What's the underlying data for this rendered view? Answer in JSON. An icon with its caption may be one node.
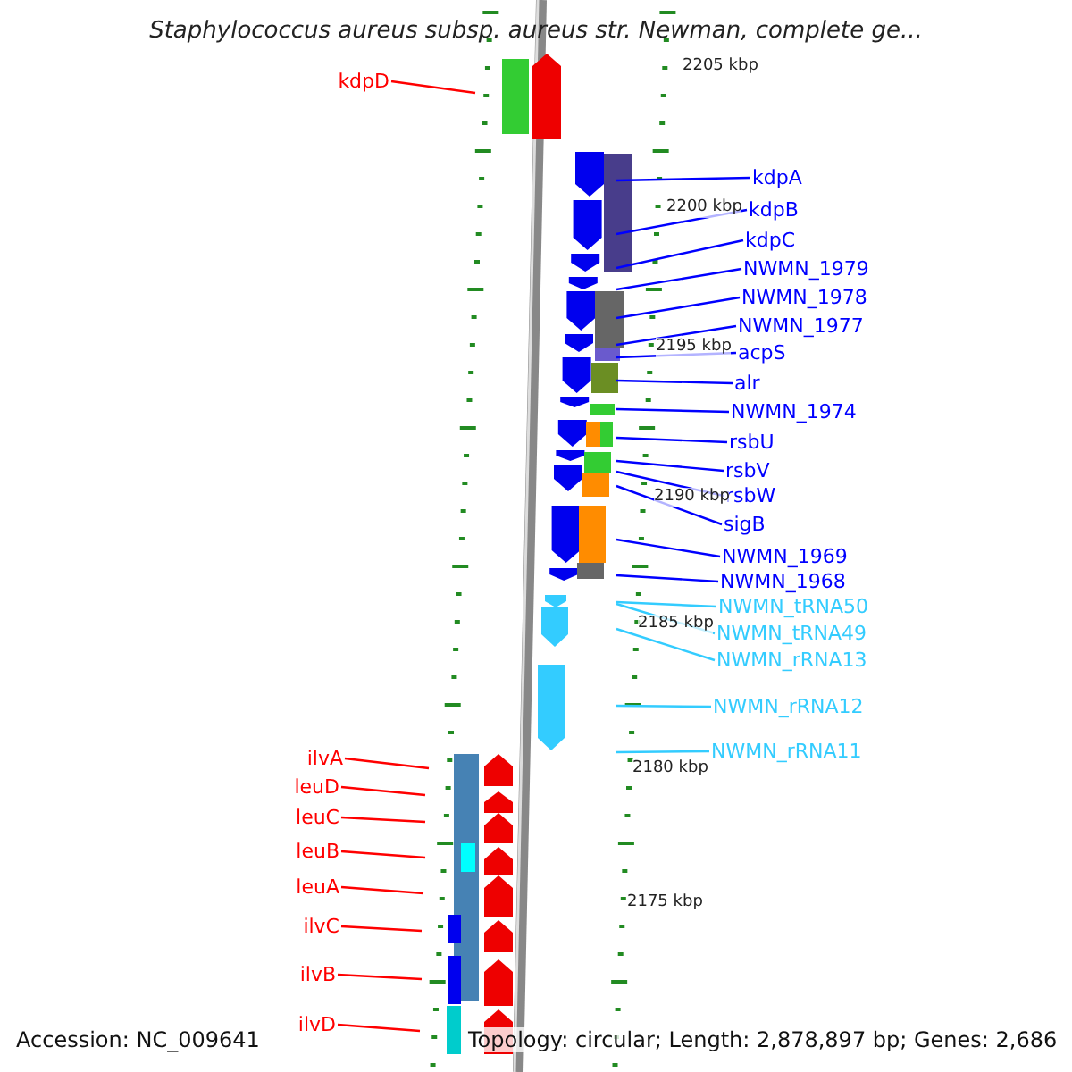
{
  "diagram": {
    "title": "Staphylococcus aureus subsp. aureus str. Newman, complete ge...",
    "nodes": [
      {
        "text": [
          "kdpD"
        ]
      },
      {
        "text": [
          "kdpA"
        ]
      },
      {
        "text": [
          "kdpB"
        ]
      },
      {
        "text": [
          "kdpC"
        ]
      },
      {
        "text": [
          "NWMN_1979"
        ]
      },
      {
        "text": [
          "NWMN_1978"
        ]
      },
      {
        "text": [
          "NWMN_1977"
        ]
      },
      {
        "text": [
          "acpS"
        ]
      },
      {
        "text": [
          "alr"
        ]
      },
      {
        "text": [
          "NWMN_1974"
        ]
      },
      {
        "text": [
          "rsbU"
        ]
      },
      {
        "text": [
          "rsbV"
        ]
      },
      {
        "text": [
          "rsbW"
        ]
      },
      {
        "text": [
          "sigB"
        ]
      },
      {
        "text": [
          "NWMN_1969"
        ]
      },
      {
        "text": [
          "NWMN_1968"
        ]
      },
      {
        "text": [
          "NWMN_tRNA50"
        ]
      },
      {
        "text": [
          "NWMN_tRNA49"
        ]
      },
      {
        "text": [
          "NWMN_rRNA13"
        ]
      },
      {
        "text": [
          "NWMN_rRNA12"
        ]
      },
      {
        "text": [
          "NWMN_rRNA11"
        ]
      },
      {
        "text": [
          "ilvA"
        ]
      },
      {
        "text": [
          "leuD"
        ]
      },
      {
        "text": [
          "leuC"
        ]
      },
      {
        "text": [
          "leuB"
        ]
      },
      {
        "text": [
          "leuA"
        ]
      },
      {
        "text": [
          "ilvC"
        ]
      },
      {
        "text": [
          "ilvB"
        ]
      },
      {
        "text": [
          "ilvD"
        ]
      }
    ],
    "edges": [
      {
        "from": 0,
        "to": null,
        "arrow": "none",
        "color": "#ff0000"
      },
      {
        "from": 1,
        "to": null,
        "arrow": "none"
      },
      {
        "from": 2,
        "to": null,
        "arrow": "none"
      },
      {
        "from": 3,
        "to": null,
        "arrow": "none"
      },
      {
        "from": 4,
        "to": null,
        "arrow": "none"
      },
      {
        "from": 5,
        "to": null,
        "arrow": "none"
      },
      {
        "from": 6,
        "to": null,
        "arrow": "none"
      },
      {
        "from": 7,
        "to": null,
        "arrow": "none"
      },
      {
        "from": 8,
        "to": null,
        "arrow": "none"
      },
      {
        "from": 9,
        "to": null,
        "arrow": "none"
      },
      {
        "from": 10,
        "to": null,
        "arrow": "none"
      },
      {
        "from": 11,
        "to": null,
        "arrow": "none"
      },
      {
        "from": 12,
        "to": null,
        "arrow": "none"
      },
      {
        "from": 13,
        "to": null,
        "arrow": "none"
      },
      {
        "from": 14,
        "to": null,
        "arrow": "none"
      },
      {
        "from": 15,
        "to": null,
        "arrow": "none"
      },
      {
        "from": 16,
        "to": null,
        "arrow": "none",
        "color": "#33ccff"
      },
      {
        "from": 17,
        "to": null,
        "arrow": "none",
        "color": "#33ccff"
      },
      {
        "from": 18,
        "to": null,
        "arrow": "none",
        "color": "#33ccff"
      },
      {
        "from": 19,
        "to": null,
        "arrow": "none",
        "color": "#33ccff"
      },
      {
        "from": 20,
        "to": null,
        "arrow": "none",
        "color": "#33ccff"
      },
      {
        "from": 21,
        "to": null,
        "arrow": "none",
        "color": "#ff0000"
      },
      {
        "from": 22,
        "to": null,
        "arrow": "none",
        "color": "#ff0000"
      },
      {
        "from": 23,
        "to": null,
        "arrow": "none",
        "color": "#ff0000"
      },
      {
        "from": 24,
        "to": null,
        "arrow": "none",
        "color": "#ff0000"
      },
      {
        "from": 25,
        "to": null,
        "arrow": "none",
        "color": "#ff0000"
      },
      {
        "from": 26,
        "to": null,
        "arrow": "none",
        "color": "#ff0000"
      },
      {
        "from": 27,
        "to": null,
        "arrow": "none",
        "color": "#ff0000"
      },
      {
        "from": 28,
        "to": null,
        "arrow": "none",
        "color": "#ff0000"
      }
    ],
    "labels": [
      "2205 kbp",
      "2200 kbp",
      "2195 kbp",
      "2190 kbp",
      "2185 kbp",
      "2180 kbp",
      "2175 kbp",
      "Accession: NC_009641",
      "Topology: circular; Length: 2,878,897 bp; Genes: 2,686"
    ]
  }
}
